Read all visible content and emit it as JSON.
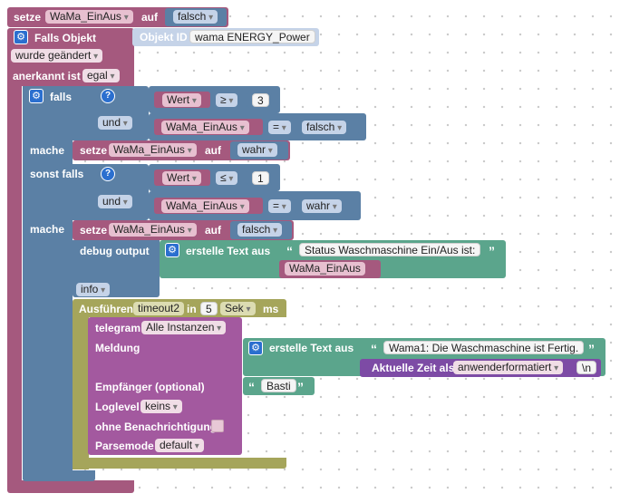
{
  "colors": {
    "variable": "#a5597e",
    "logic": "#5b80a5",
    "text": "#5ba58c",
    "timeout": "#a5a55b",
    "telegram": "#a3599f",
    "date": "#7d4ba5"
  },
  "top_set": {
    "keyword": "setze",
    "var": "WaMa_EinAus",
    "to": "auf",
    "value": "falsch"
  },
  "trigger": {
    "title": "Falls Objekt",
    "objekt_id_label": "Objekt ID",
    "objekt_id_value": "wama ENERGY_Power",
    "changed": "wurde geändert",
    "ack_label": "anerkannt ist",
    "ack_value": "egal"
  },
  "if_block": {
    "falls": "falls",
    "sonst_falls": "sonst falls",
    "mache": "mache",
    "und": "und",
    "cond1": {
      "var": "Wert",
      "op": "≥",
      "num": "3"
    },
    "cond2": {
      "var": "WaMa_EinAus",
      "op": "=",
      "val": "falsch"
    },
    "cond3": {
      "var": "Wert",
      "op": "≤",
      "num": "1"
    },
    "cond4": {
      "var": "WaMa_EinAus",
      "op": "=",
      "val": "wahr"
    },
    "set1": {
      "keyword": "setze",
      "var": "WaMa_EinAus",
      "to": "auf",
      "value": "wahr"
    },
    "set2": {
      "keyword": "setze",
      "var": "WaMa_EinAus",
      "to": "auf",
      "value": "falsch"
    }
  },
  "debug": {
    "label": "debug output",
    "create_text": "erstelle Text aus",
    "string": "Status Waschmaschine Ein/Aus ist:",
    "var": "WaMa_EinAus",
    "level": "info"
  },
  "timeout": {
    "run": "Ausführen",
    "name": "timeout2",
    "in": "in",
    "num": "5",
    "unit": "Sek",
    "ms": "ms"
  },
  "telegram": {
    "label": "telegram",
    "instance": "Alle Instanzen",
    "meldung": "Meldung",
    "create_text": "erstelle Text aus",
    "msg_string": "Wama1: Die Waschmaschine ist Fertig.",
    "time_label": "Aktuelle Zeit als",
    "time_format": "anwenderformatiert",
    "newline": "\\n",
    "recipient_label": "Empfänger (optional)",
    "recipient": "Basti",
    "loglevel_label": "Loglevel",
    "loglevel": "keins",
    "silent_label": "ohne Benachrichtigung",
    "parsemode_label": "Parsemode",
    "parsemode": "default"
  },
  "icons": {
    "gear": "gear-icon",
    "help": "question-mark-icon",
    "quote_open": "“",
    "quote_close": "”"
  }
}
